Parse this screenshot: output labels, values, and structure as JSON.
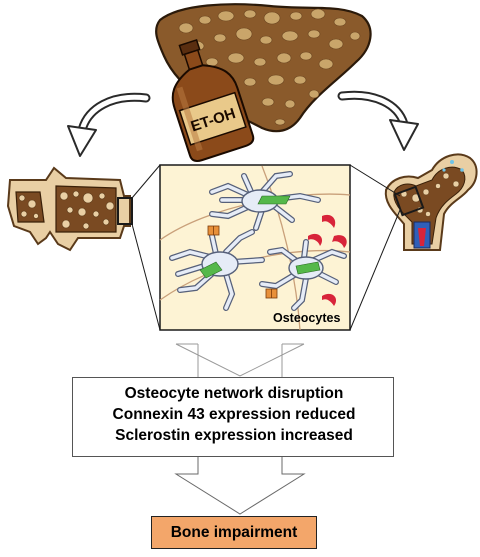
{
  "diagram": {
    "bottle_label": "ET-OH",
    "panel_label": "Osteocytes",
    "findings": [
      "Osteocyte network disruption",
      "Connexin 43 expression reduced",
      "Sclerostin expression increased"
    ],
    "outcome": "Bone impairment"
  },
  "colors": {
    "liver": "#8a5a2b",
    "liver_spots": "#c9a56a",
    "bottle": "#8b4a1a",
    "bottle_label_bg": "#e9c98a",
    "bone_outline": "#5a3a1a",
    "bone_fill": "#e9cfa4",
    "panel_bg": "#fdf3d4",
    "osteocyte": "#e6ecf7",
    "connexin": "#55b84a",
    "sclerostin": "#d8243a",
    "outcome_box": "#f3a66a"
  },
  "icons": [
    "liver-icon",
    "alcohol-bottle-icon",
    "vertebra-icon",
    "femur-icon",
    "curved-arrow-left-icon",
    "curved-arrow-right-icon",
    "down-arrow-icon"
  ]
}
